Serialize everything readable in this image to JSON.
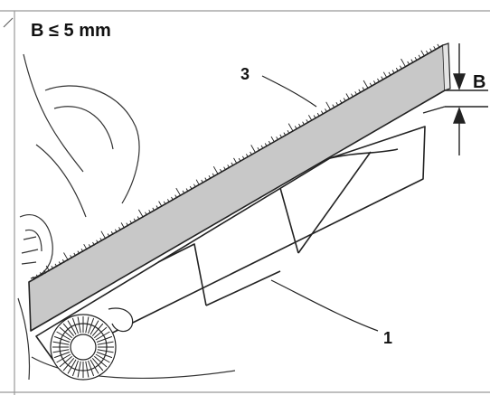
{
  "figure": {
    "condition_label": "B ≤ 5 mm",
    "gap_label": "B",
    "callouts": {
      "ruler": "3",
      "blade": "1"
    }
  },
  "colors": {
    "ink": "#222222",
    "ruler_fill": "#c8c8c8",
    "frame": "#999999",
    "background": "#ffffff"
  }
}
